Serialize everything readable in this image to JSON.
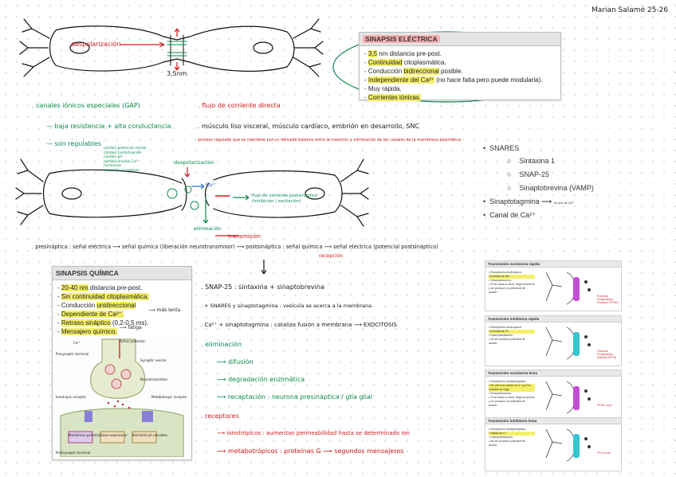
{
  "header": {
    "author": "Marian Salamé 25-26"
  },
  "top_diagram": {
    "depolarization": "despolarización",
    "distance": "3,5nm"
  },
  "electrical_box": {
    "title": "SINAPSIS ELÉCTRICA",
    "items": [
      {
        "pre": "- ",
        "hl": "3,5",
        "post": " nm distancia pre-post."
      },
      {
        "pre": "- ",
        "hl": "Continuidad",
        "post": " citoplasmática."
      },
      {
        "pre": "- Conducción ",
        "hl": "bidireccional",
        "post": " posible."
      },
      {
        "pre": "- ",
        "hl": "Independiente del Ca²⁺",
        "post": " (no hace falta pero puede modularla)."
      },
      {
        "pre": "- Muy rápida.",
        "hl": "",
        "post": ""
      },
      {
        "pre": "- ",
        "hl": "Corrientes iónicas.",
        "post": ""
      }
    ]
  },
  "notes_left": {
    "gap": ". canales iónicos especiales (GAP)",
    "resistance": "— baja resistencia + alta conductancia",
    "regulated": "— son regulables",
    "regulators": [
      "cambio potencial memb.",
      "cambio conformación",
      "cambio pH",
      "cambio niveles Ca²⁺",
      "hormonas",
      "inserción receptores"
    ]
  },
  "notes_right": {
    "flow": ". flujo de corriente directa",
    "muscle": ". músculo liso visceral, músculo cardíaco, embrión en desarrollo, SNC",
    "process": "proceso regulado que se mantiene por un delicado balance entre la inserción y eliminación de los canales de la membrana plasmática"
  },
  "middle_diagram": {
    "depolarization": "despolarización",
    "ca": "Ca²⁺",
    "flow": "flujo de corriente postsináptico (inhibición / excitación)",
    "elimination": "eliminación",
    "transmission": "transmisión"
  },
  "bullets": {
    "snares": "SNARES",
    "sub": [
      "Sintaxina 1",
      "SNAP-25",
      "Sinaptobrevina (VAMP)"
    ],
    "sinaptotagmina": "Sinaptotagmina ⟶",
    "sinaptotagmina_note": "se une al Ca²⁺",
    "canal": "Canal de Ca²⁺"
  },
  "presynaptic_line": {
    "text": ". presináptica : señal eléctrica ⟶ señal química (liberación neurotransmisor) ⟶ postsináptica : señal química ⟶ señal eléctrica (potencial postsináptico)",
    "recepcion": "recepción"
  },
  "chemical_box": {
    "title": "SINAPSIS QUÍMICA",
    "items": [
      {
        "pre": "- ",
        "hl": "20-40 nm",
        "post": " distancia pre-post."
      },
      {
        "pre": "- ",
        "hl": "Sin continuidad citoplasmática.",
        "post": ""
      },
      {
        "pre": "- Conducción ",
        "hl": "unidireccional",
        "post": ""
      },
      {
        "pre": "- ",
        "hl": "Dependiente de Ca²⁺.",
        "post": ""
      },
      {
        "pre": "- ",
        "hl": "Retraso sináptico",
        "post": " (0,2-0,5 ms)."
      },
      {
        "pre": "- ",
        "hl": "Mensajero químico.",
        "post": ""
      }
    ],
    "annot_more_slow": "⟶ más lenta",
    "annot_fatigue": "⟶ fatiga",
    "figure_labels": {
      "ca": "Ca²⁺",
      "presynaptic_terminal": "Presynaptic terminal",
      "action_potential": "Action potential",
      "synaptic_vesicle": "Synaptic vesicle",
      "neurotransmitter": "Neurotransmitter",
      "ionotropic_receptor": "Ionotropic receptor",
      "metabotropic_receptor": "Metabotropic receptor",
      "membrane_potential": "Membrane potential",
      "gene_expression": "Gene expression",
      "biochemical_cascades": "Biochemical cascades",
      "postsynaptic_terminal": "Postsynaptic terminal"
    }
  },
  "center_notes": {
    "snap": ". SNAP-25 : sintaxina + sinaptobrevina",
    "snares": ". + SNARES y sinaptotagmina : vesícula se acerca a la membrana",
    "ca": ". Ca²⁺ + sinaptotagmina : cataliza fusión a membrana ⟶ EXOCITOSIS",
    "elimination": ". eliminación",
    "difusion": "⟶ difusión",
    "degradacion": "⟶ degradación enzimática",
    "recaptacion": "⟶ recaptación : neurona presináptica / glía glial",
    "receptores": ". receptores",
    "ionotropicos": "⟶ ionotrópicos : aumentan permeabilidad hasta se determinado ion",
    "metabotropicos": "⟶ metabotrópicos : proteínas G ⟶ segundos mensajeros"
  },
  "thumbnails": [
    {
      "title": "Transmisión excitatoria rápida",
      "items": [
        "Receptores ionotrópicos.",
        "Entrada de Na⁺.",
        "Despolarización.",
        "Si se suma a otros, llega al umbral y se produce un potencial de acción."
      ],
      "label": "Potencial Postsináptico Excitador (PPSE)"
    },
    {
      "title": "Transmisión inhibitoria rápida",
      "items": [
        "Receptores ionotrópicos.",
        "Entrada de Cl⁻.",
        "Hiperpolarización.",
        "No se produce potencial de acción."
      ],
      "label": "Potencial Postsináptico Inhibidor (PPSI)"
    },
    {
      "title": "Transmisión excitatoria lenta",
      "items": [
        "Receptores metabotrópicos.",
        "Se cierra la salida de K⁺ por los canales de fuga.",
        "Despolarización.",
        "Si se suma a otros, llega al umbral y se produce un potencial de acción."
      ],
      "label": "PPSE Lento"
    },
    {
      "title": "Transmisión inhibitoria lenta",
      "items": [
        "Receptores metabotrópicos.",
        "Salida de K⁺.",
        "Hiperpolarización.",
        "No se produce potencial de acción."
      ],
      "label": "PPSI Lento"
    }
  ]
}
